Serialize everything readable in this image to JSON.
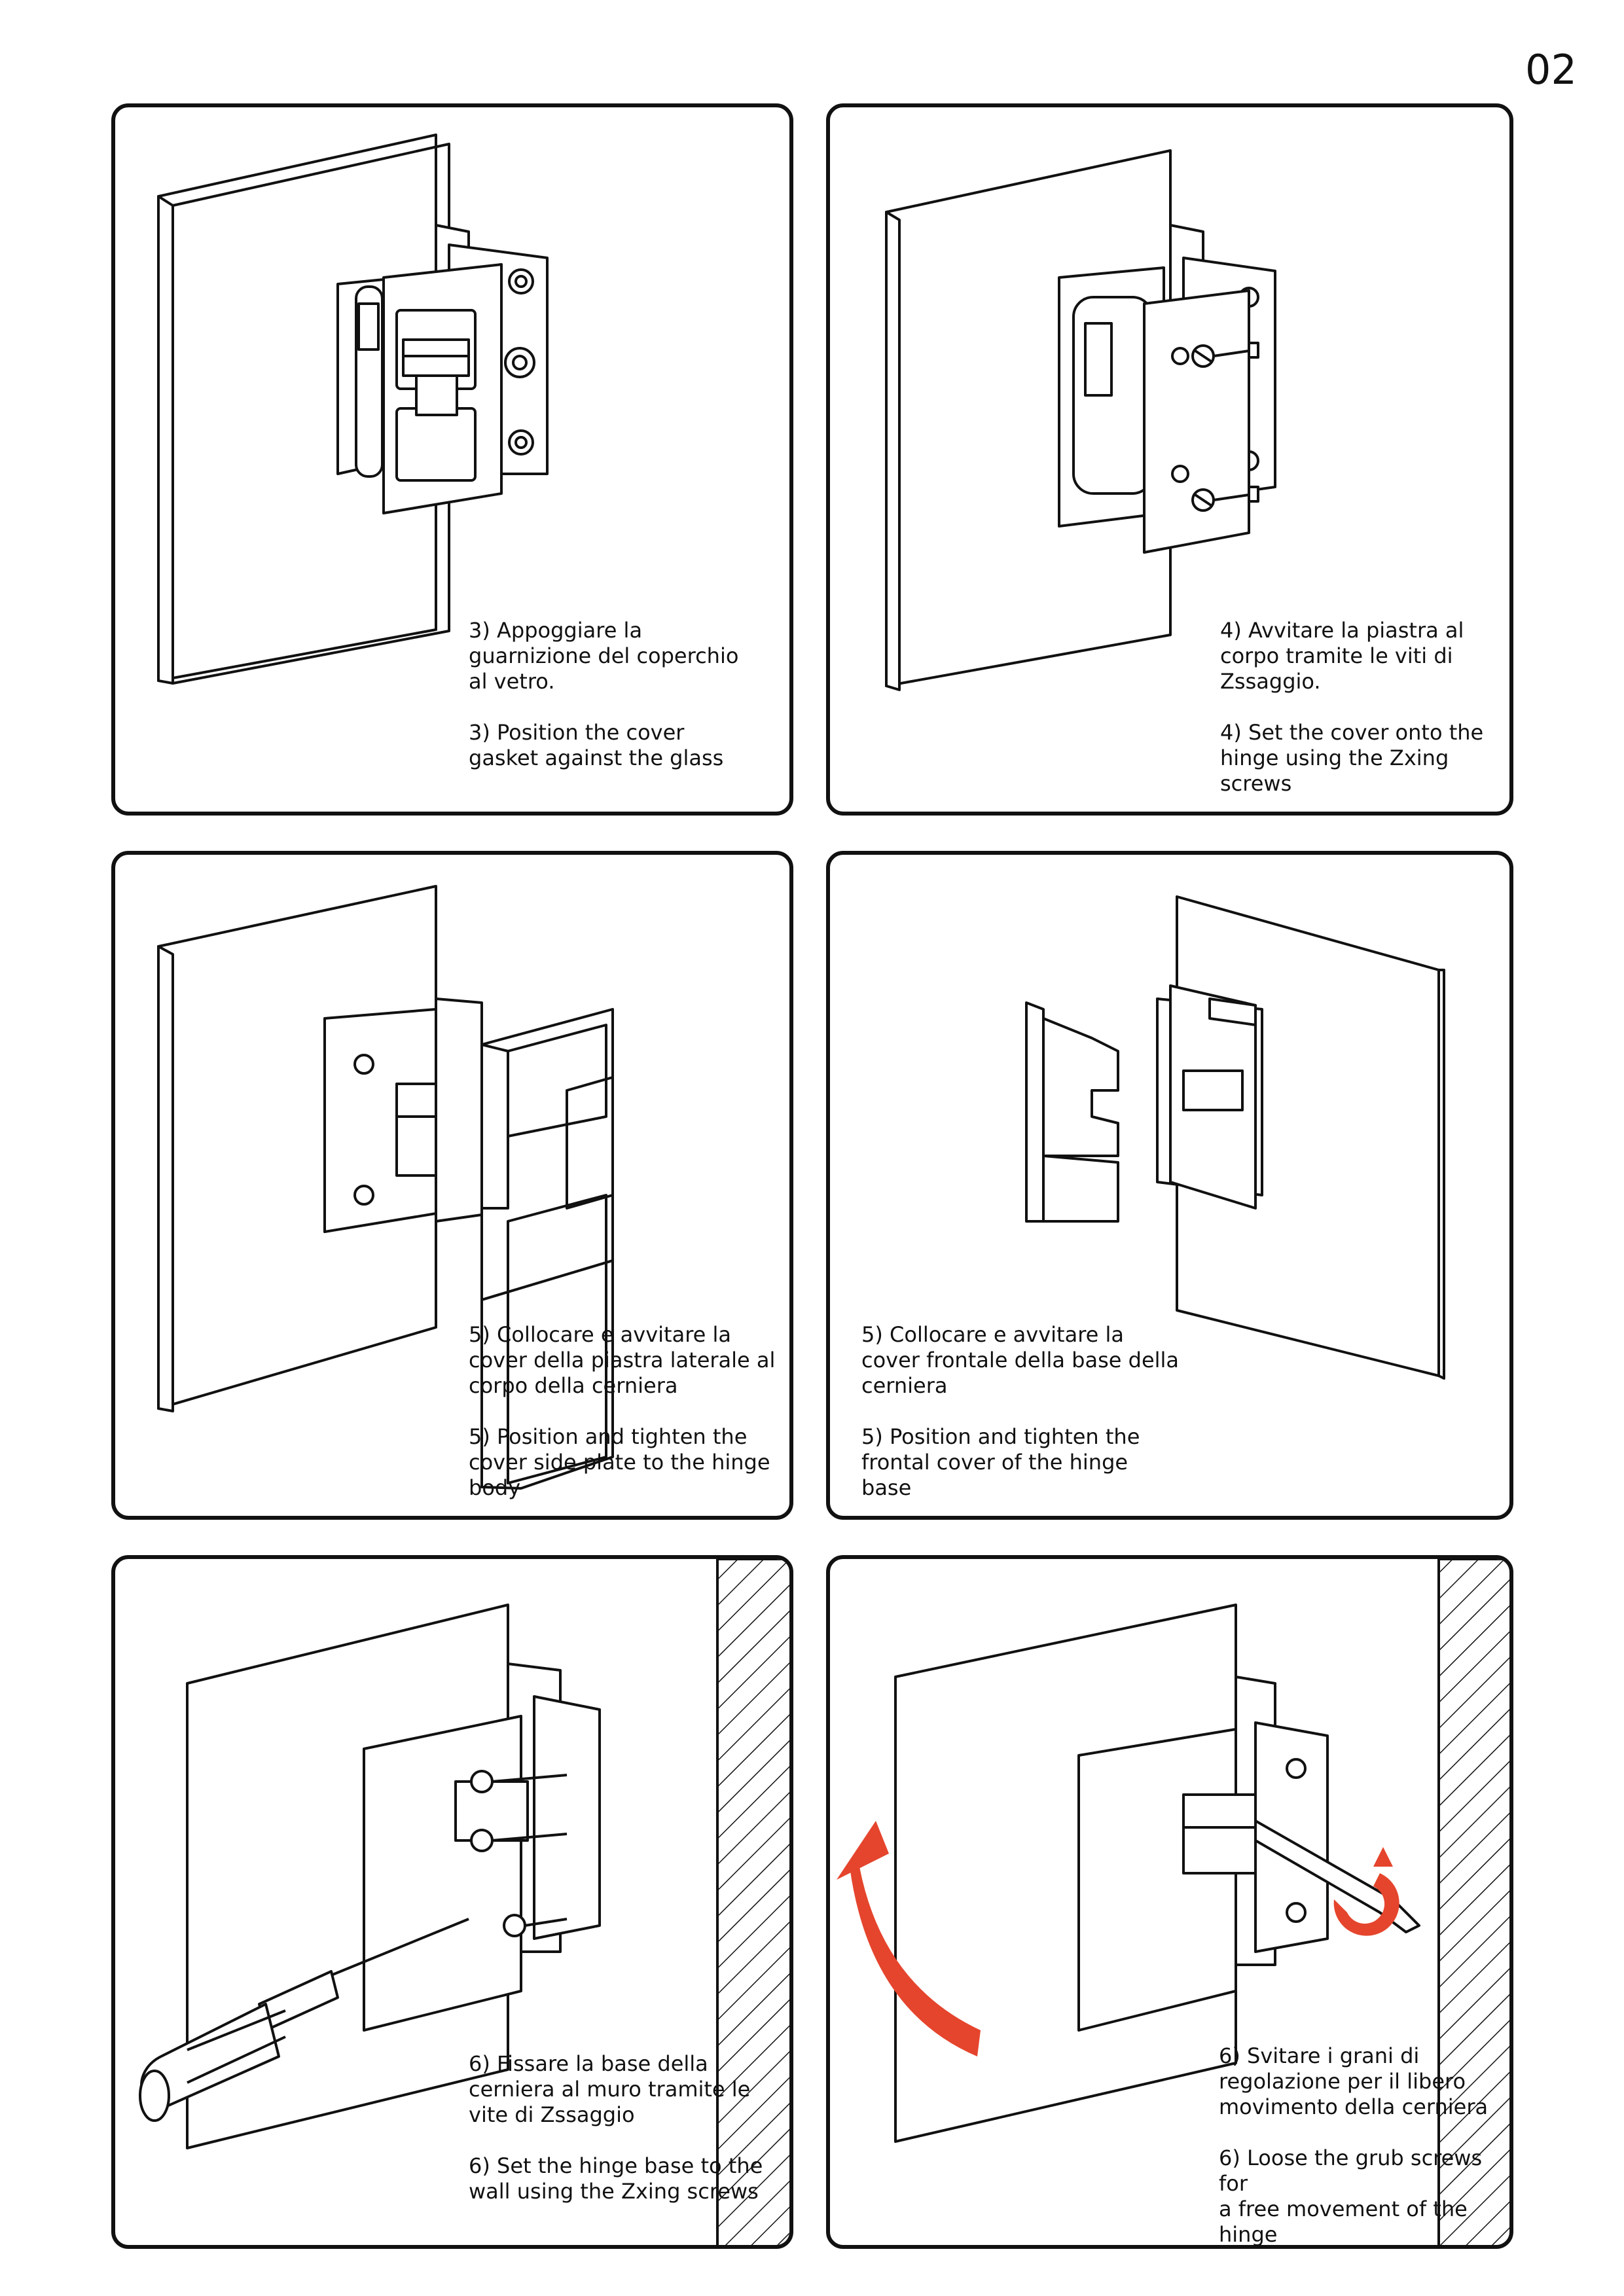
{
  "page_number": "02",
  "steps": [
    {
      "it": "3) Appoggiare la\nguarnizione del coperchio\nal vetro.",
      "en": "3) Position the cover\ngasket against the glass"
    },
    {
      "it": "4) Avvitare la piastra al\ncorpo tramite le viti di\nZssaggio.",
      "en": "4) Set the cover onto the\nhinge using the Zxing screws"
    },
    {
      "it": "5) Collocare e avvitare la\ncover della piastra laterale al\ncorpo della cerniera",
      "en": "5) Position and tighten the\ncover side plate to the hinge\nbody"
    },
    {
      "it": "5) Collocare e avvitare la\ncover frontale della base della\ncerniera",
      "en": "5) Position and tighten the\nfrontal cover of the hinge\nbase"
    },
    {
      "it": "6) Fissare la base della\ncerniera al muro tramite  le\nvite di Zssaggio",
      "en": "6) Set the hinge base to the\nwall using the Zxing screws"
    },
    {
      "it": "6) Svitare i grani di\nregolazione per il libero\nmovimento della cerniera",
      "en": "6) Loose the grub screws for\na free movement of the\nhinge"
    }
  ],
  "colors": {
    "line": "#111111",
    "arrow": "#e5452d"
  }
}
